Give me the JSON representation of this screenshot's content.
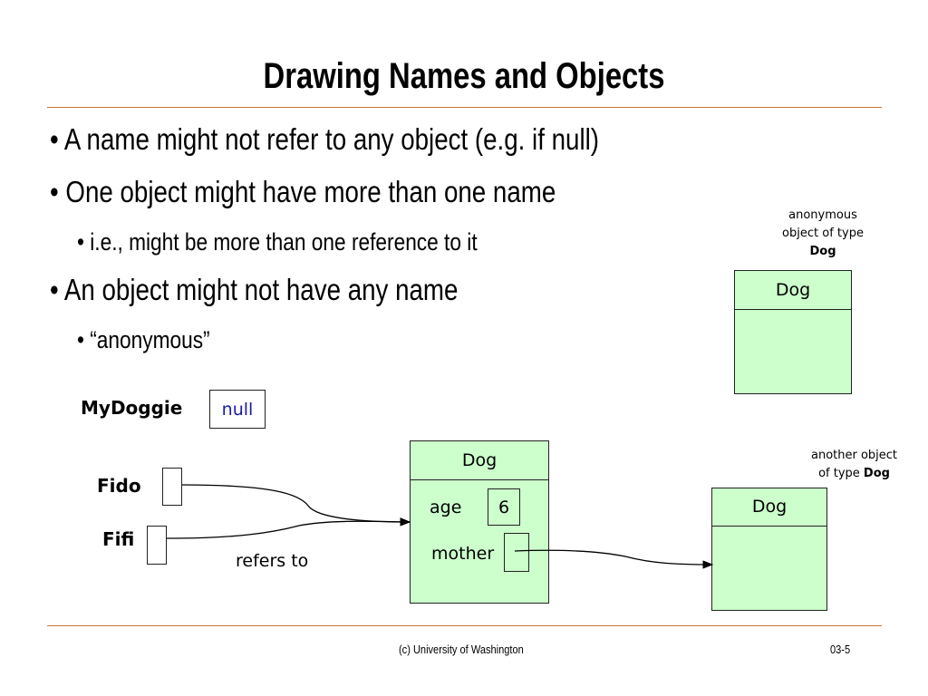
{
  "slide": {
    "title": "Drawing Names and Objects",
    "bullets": [
      "• A name might not refer to any object (e.g. if null)",
      "• One object might have more than one name",
      "• i.e., might be more than one reference to it",
      "• An object might not have any name",
      "• “anonymous”"
    ]
  },
  "diagram": {
    "anonymous_note": {
      "line1": "anonymous",
      "line2": "object of type",
      "line3": "Dog"
    },
    "anonymous_object": {
      "type": "Dog"
    },
    "mydoggie": {
      "name": "MyDoggie",
      "value": "null"
    },
    "fido": {
      "name": "Fido"
    },
    "fifi": {
      "name": "Fifi"
    },
    "refers_to": "refers to",
    "dog_object": {
      "type": "Dog",
      "age_label": "age",
      "age_value": "6",
      "mother_label": "mother"
    },
    "another_note": {
      "line1": "another object",
      "line2_prefix": "of type ",
      "line2_type": "Dog"
    },
    "other_object": {
      "type": "Dog"
    },
    "colors": {
      "object_fill": "#ccffcc",
      "rule": "#c8753a",
      "null_text": "#1a1aa6"
    }
  },
  "footer": {
    "credit": "(c) University of Washington",
    "page": "03-5"
  }
}
